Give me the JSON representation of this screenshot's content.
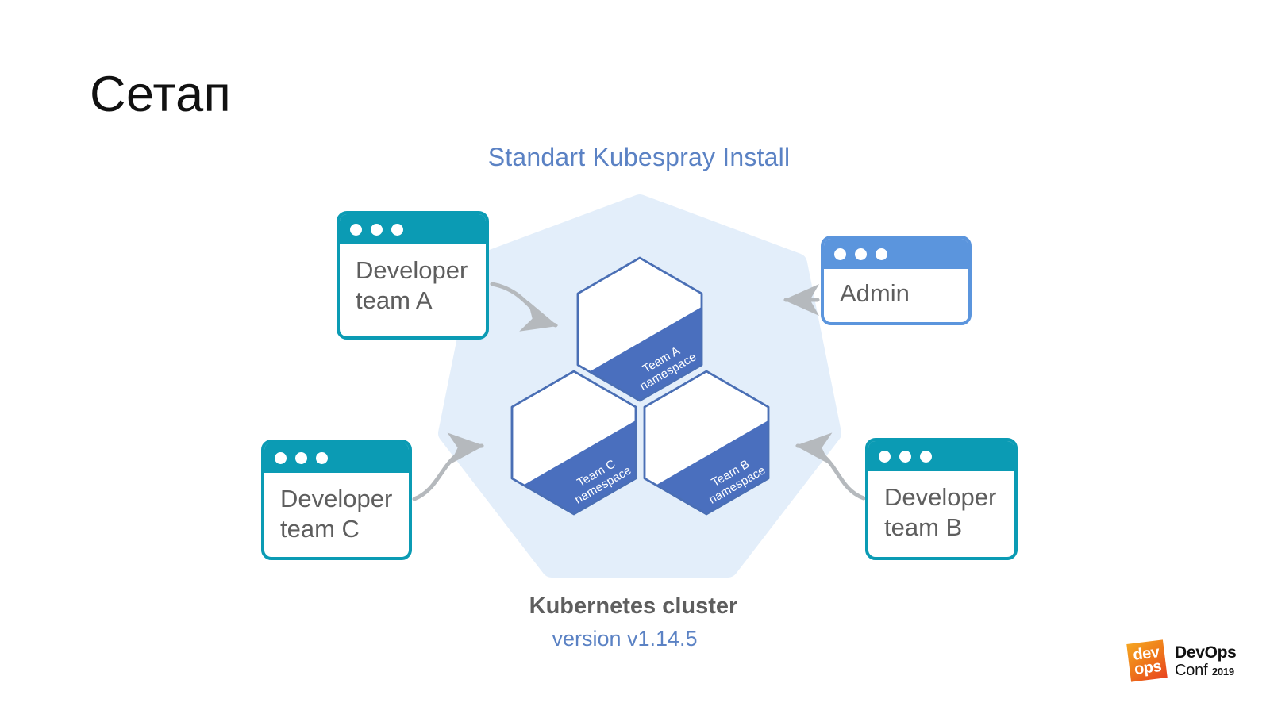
{
  "slide": {
    "title": "Сетап",
    "diagram_heading": "Standart Kubespray Install"
  },
  "colors": {
    "heading_blue": "#5b82c4",
    "teal_window": "#0b9bb4",
    "blue_window": "#5b95dd",
    "cluster_background": "#e3eefa",
    "hexagon_border": "#4a6fb5",
    "namespace_banner": "#4a6fbe",
    "arrow_gray": "#b5b9bd",
    "body_text": "#5e5e5e",
    "logo_orange": "#ef7d1a"
  },
  "windows": [
    {
      "id": "developer-team-a",
      "label": "Developer\nteam A",
      "accent": "teal",
      "dots": 3
    },
    {
      "id": "developer-team-c",
      "label": "Developer\nteam C",
      "accent": "teal",
      "dots": 3
    },
    {
      "id": "developer-team-b",
      "label": "Developer\nteam B",
      "accent": "teal",
      "dots": 3
    },
    {
      "id": "admin",
      "label": "Admin",
      "accent": "blue",
      "dots": 3
    }
  ],
  "cluster": {
    "namespaces": [
      {
        "id": "team-a",
        "label": "Team A\nnamespace"
      },
      {
        "id": "team-c",
        "label": "Team C\nnamespace"
      },
      {
        "id": "team-b",
        "label": "Team B\nnamespace"
      }
    ],
    "caption": "Kubernetes cluster",
    "version": "version v1.14.5"
  },
  "logo": {
    "mark_line1": "dev",
    "mark_line2": "ops",
    "text_line1": "DevOps",
    "text_line2": "Conf",
    "year": "2019"
  }
}
